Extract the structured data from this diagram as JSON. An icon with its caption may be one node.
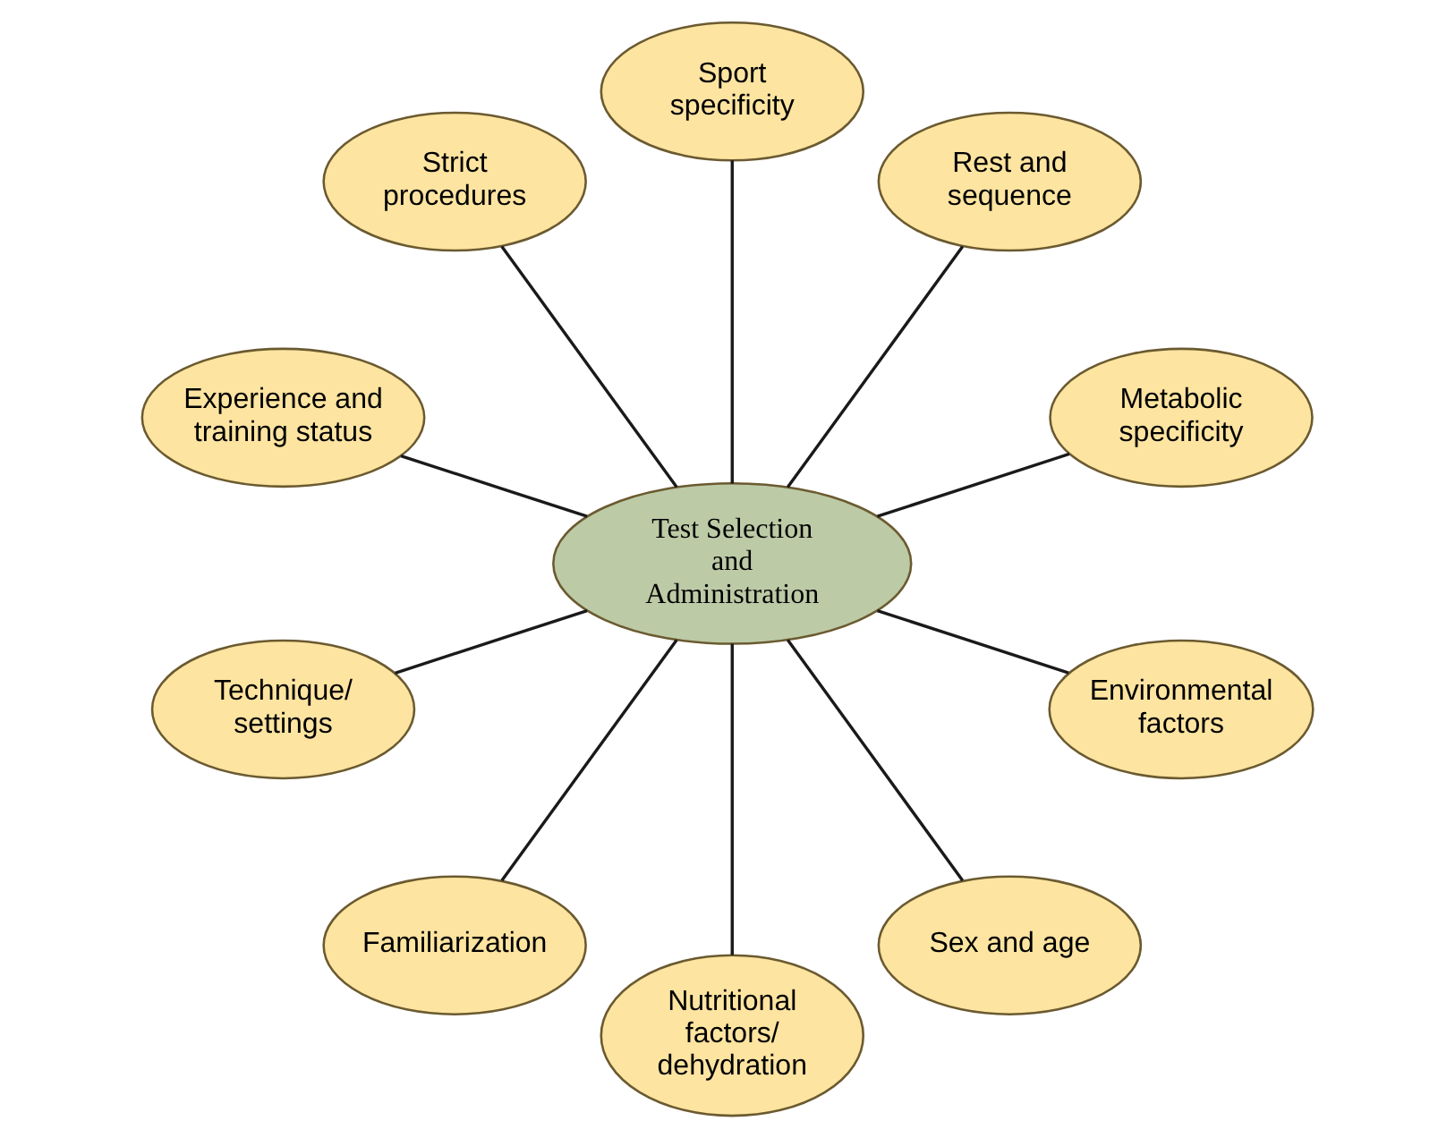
{
  "diagram": {
    "nodes": [
      {
        "text": [
          "Metabolic specificity"
        ]
      },
      {
        "text": [
          "Rest and sequence"
        ]
      },
      {
        "text": [
          "Sport specificity"
        ]
      },
      {
        "text": [
          "Strict procedures"
        ]
      },
      {
        "text": [
          "Experience and training status"
        ]
      },
      {
        "text": [
          "Test Selection and Administration"
        ]
      },
      {
        "text": [
          "Technique/ settings"
        ]
      },
      {
        "text": [
          "Familiarization"
        ]
      },
      {
        "text": [
          "Nutritional factors/ dehydration"
        ]
      },
      {
        "text": [
          "Sex and age"
        ]
      },
      {
        "text": [
          "Environmental factors"
        ]
      }
    ],
    "edges": [
      {
        "from": 5,
        "to": 0,
        "arrow": "none"
      },
      {
        "from": 5,
        "to": 2,
        "arrow": "none"
      },
      {
        "from": 5,
        "to": 4,
        "arrow": "none"
      },
      {
        "from": 5,
        "to": 7,
        "arrow": "none"
      },
      {
        "from": 5,
        "to": 9,
        "arrow": "none"
      },
      {
        "from": 5,
        "to": 10,
        "arrow": "none"
      },
      {
        "from": 5,
        "to": 8,
        "arrow": "none"
      },
      {
        "from": 5,
        "to": 6,
        "arrow": "none"
      },
      {
        "from": 5,
        "to": 3,
        "arrow": "none"
      },
      {
        "from": 5,
        "to": 1,
        "arrow": "none"
      }
    ]
  }
}
